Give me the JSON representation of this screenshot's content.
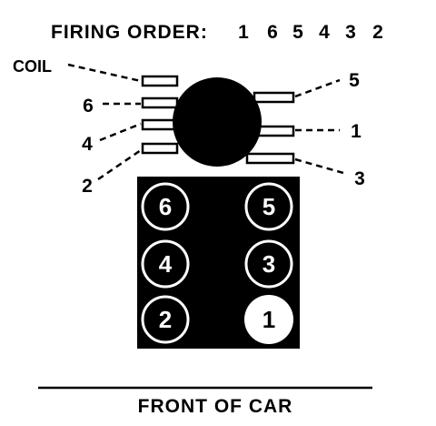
{
  "title": {
    "label": "FIRING ORDER:",
    "order": [
      "1",
      "6",
      "5",
      "4",
      "3",
      "2"
    ]
  },
  "distributor": {
    "coil_label": "COIL",
    "left_terminals": [
      "6",
      "4",
      "2"
    ],
    "right_terminals": [
      "5",
      "1",
      "3"
    ]
  },
  "cylinders": {
    "left_bank": [
      "6",
      "4",
      "2"
    ],
    "right_bank": [
      "5",
      "3",
      "1"
    ]
  },
  "front_label": "FRONT OF CAR",
  "colors": {
    "ink": "#000000",
    "paper": "#ffffff"
  }
}
